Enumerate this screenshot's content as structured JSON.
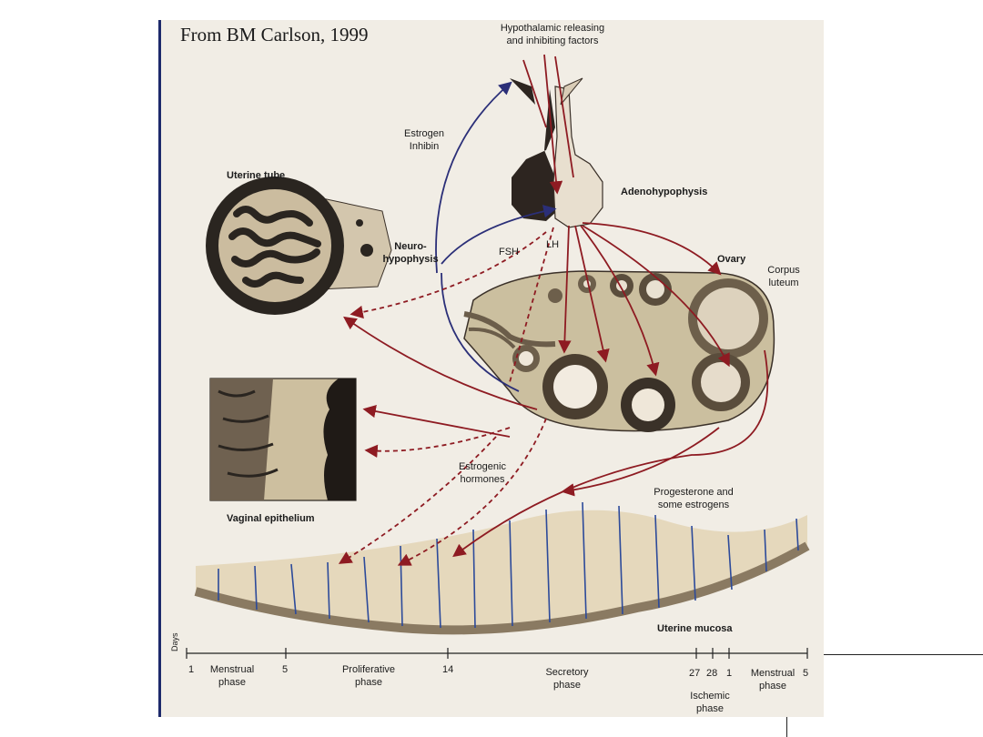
{
  "citation": "From BM Carlson, 1999",
  "labels": {
    "hypothalamic": [
      "Hypothalamic releasing",
      "and inhibiting factors"
    ],
    "estrogen_inhibin": [
      "Estrogen",
      "Inhibin"
    ],
    "uterine_tube": "Uterine tube",
    "adenohypophysis": "Adenohypophysis",
    "neurohypophysis": [
      "Neuro-",
      "hypophysis"
    ],
    "fsh": "FSH",
    "lh": "LH",
    "ovary": "Ovary",
    "corpus_luteum": [
      "Corpus",
      "luteum"
    ],
    "vaginal_epithelium": "Vaginal epithelium",
    "estrogenic_hormones": [
      "Estrogenic",
      "hormones"
    ],
    "progesterone": [
      "Progesterone and",
      "some estrogens"
    ],
    "uterine_mucosa": "Uterine mucosa"
  },
  "timeline": {
    "days_label": "Days",
    "ticks": [
      "1",
      "5",
      "14",
      "27",
      "28",
      "1",
      "5"
    ],
    "phases": {
      "menstrual_1": [
        "Menstrual",
        "phase"
      ],
      "proliferative": [
        "Proliferative",
        "phase"
      ],
      "secretory": [
        "Secretory",
        "phase"
      ],
      "ischemic": [
        "Ischemic",
        "phase"
      ],
      "menstrual_2": [
        "Menstrual",
        "phase"
      ]
    }
  },
  "colors": {
    "red_arrow": "#8e1b22",
    "blue_arrow": "#2b2f78",
    "tissue_dark": "#2a2520",
    "tissue_light": "#c7b79a",
    "vessel_blue": "#2c4a9a"
  }
}
